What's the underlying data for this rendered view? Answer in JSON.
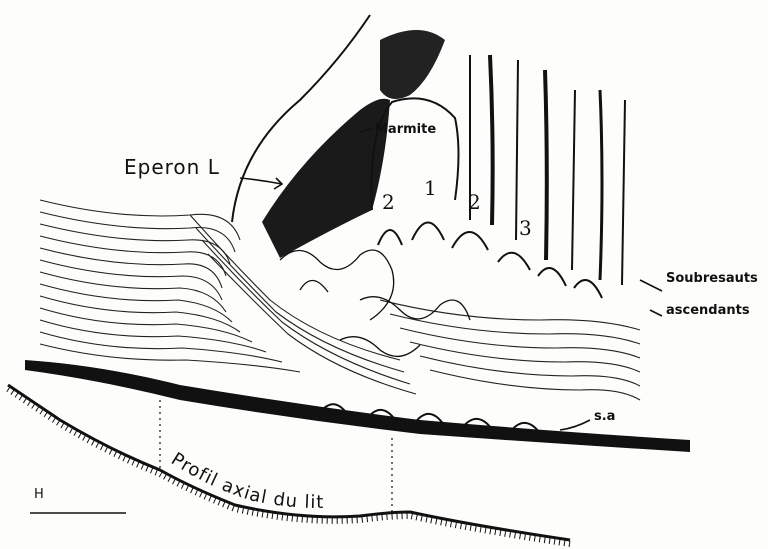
{
  "labels": {
    "eperon": "Eperon L",
    "marmite": "Marmite",
    "num_1": "2",
    "num_2": "1",
    "num_3": "2",
    "num_4": "3",
    "soubresauts": "Soubresauts",
    "ascendants": "ascendants",
    "sa": "s.a",
    "scale_h": "H",
    "profil": "Profil axial du lit"
  },
  "colors": {
    "ink": "#111111",
    "paper": "#fdfdfb"
  }
}
